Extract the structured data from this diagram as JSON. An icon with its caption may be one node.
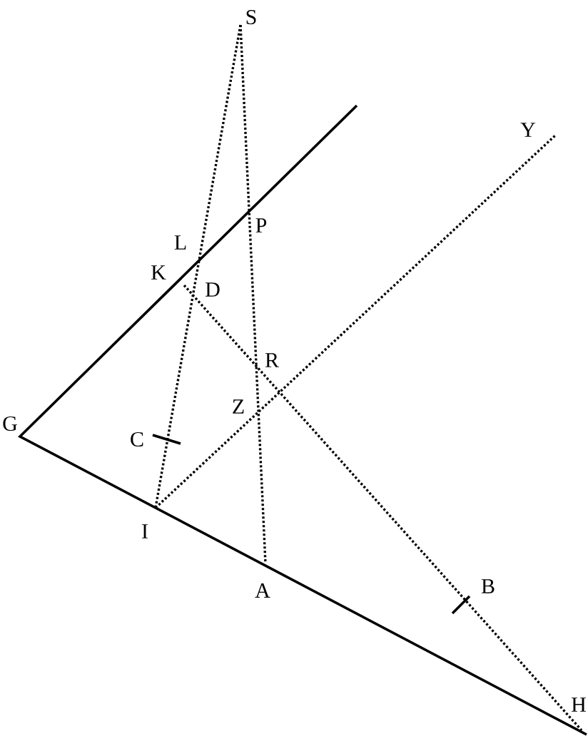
{
  "diagram": {
    "labels": [
      "S",
      "Y",
      "P",
      "L",
      "K",
      "D",
      "R",
      "Z",
      "G",
      "C",
      "I",
      "A",
      "B",
      "H"
    ]
  }
}
